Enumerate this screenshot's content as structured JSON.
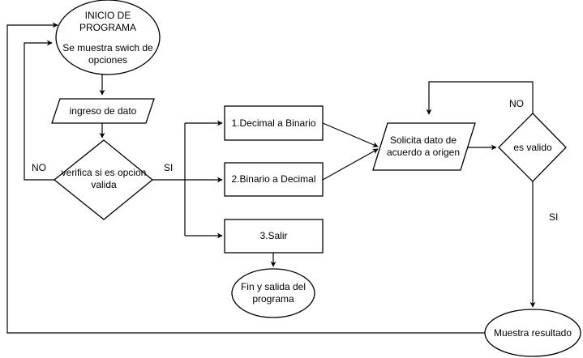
{
  "diagram": {
    "start": {
      "title_line1": "INICIO DE",
      "title_line2": "PROGRAMA",
      "detail_line1": "Se muestra swich de",
      "detail_line2": "opciones"
    },
    "input_data": "ingreso de dato",
    "validate_option": {
      "line1": "verifica si es opcion",
      "line2": "valida"
    },
    "options": {
      "decimal_to_binary": "1.Decimal a Binario",
      "binary_to_decimal": "2.Binario a Decimal",
      "exit": "3.Salir"
    },
    "end": {
      "line1": "Fin y salida del",
      "line2": "programa"
    },
    "request_data": {
      "line1": "Solicita dato de",
      "line2": "acuerdo a origen"
    },
    "is_valid": "es valido",
    "show_result": "Muestra resultado",
    "edge_labels": {
      "option_no": "NO",
      "option_yes": "SI",
      "valid_no": "NO",
      "valid_yes": "SI"
    }
  }
}
